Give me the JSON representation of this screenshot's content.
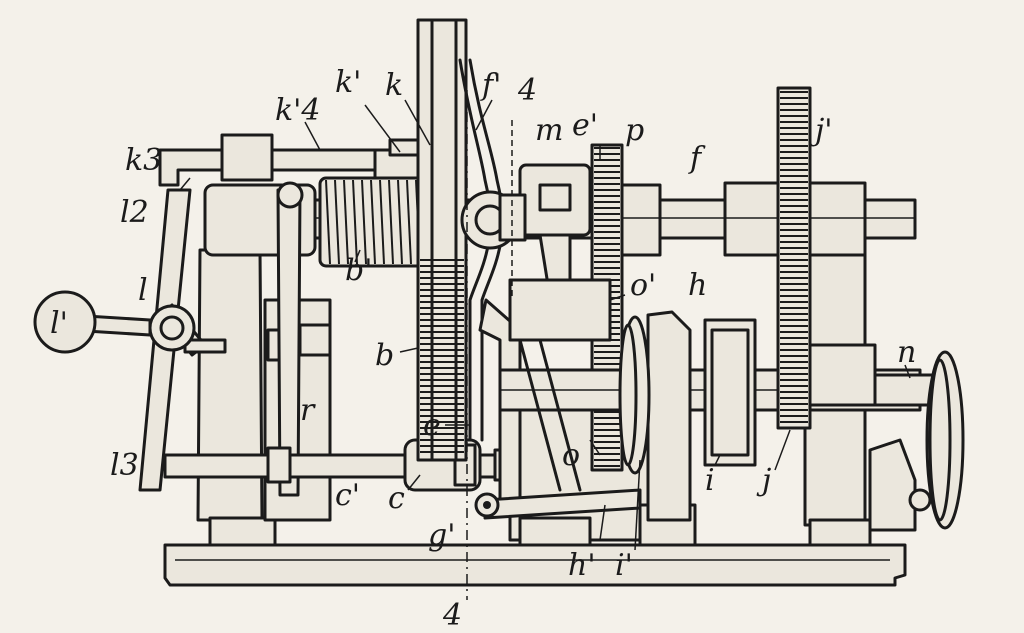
{
  "labels": {
    "k4": "k'4",
    "k1": "k'",
    "k": "k",
    "f1": "f'",
    "four_top": "4",
    "m": "m",
    "e1": "e'",
    "p": "p",
    "f": "f",
    "j1": "j'",
    "k3": "k3",
    "l2": "l2",
    "l": "l",
    "l1": "l'",
    "b1": "b'",
    "b": "b",
    "o1": "o'",
    "h": "h",
    "n": "n",
    "r": "r",
    "e": "e",
    "o": "o",
    "l3": "l3",
    "c1": "c'",
    "c": "c",
    "g1": "g'",
    "i": "i",
    "j": "j",
    "h1": "h'",
    "i1": "i'",
    "four_bottom": "4"
  }
}
